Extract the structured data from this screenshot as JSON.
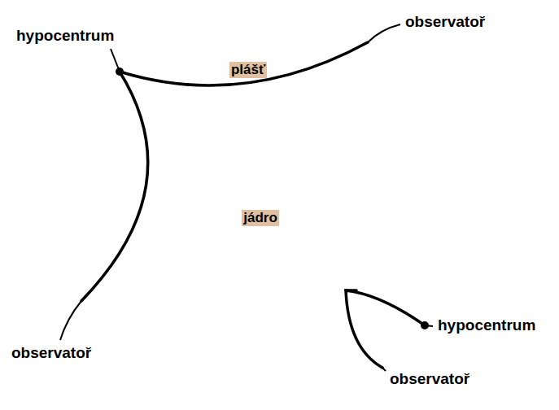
{
  "diagram": {
    "nodes": [
      {
        "text": [
          "plášť"
        ]
      },
      {
        "text": [
          "jádro"
        ],
        "in": 0
      }
    ],
    "labels": [
      "hypocentrum",
      "observatoř",
      "observatoř",
      "hypocentrum",
      "observatoř"
    ]
  }
}
